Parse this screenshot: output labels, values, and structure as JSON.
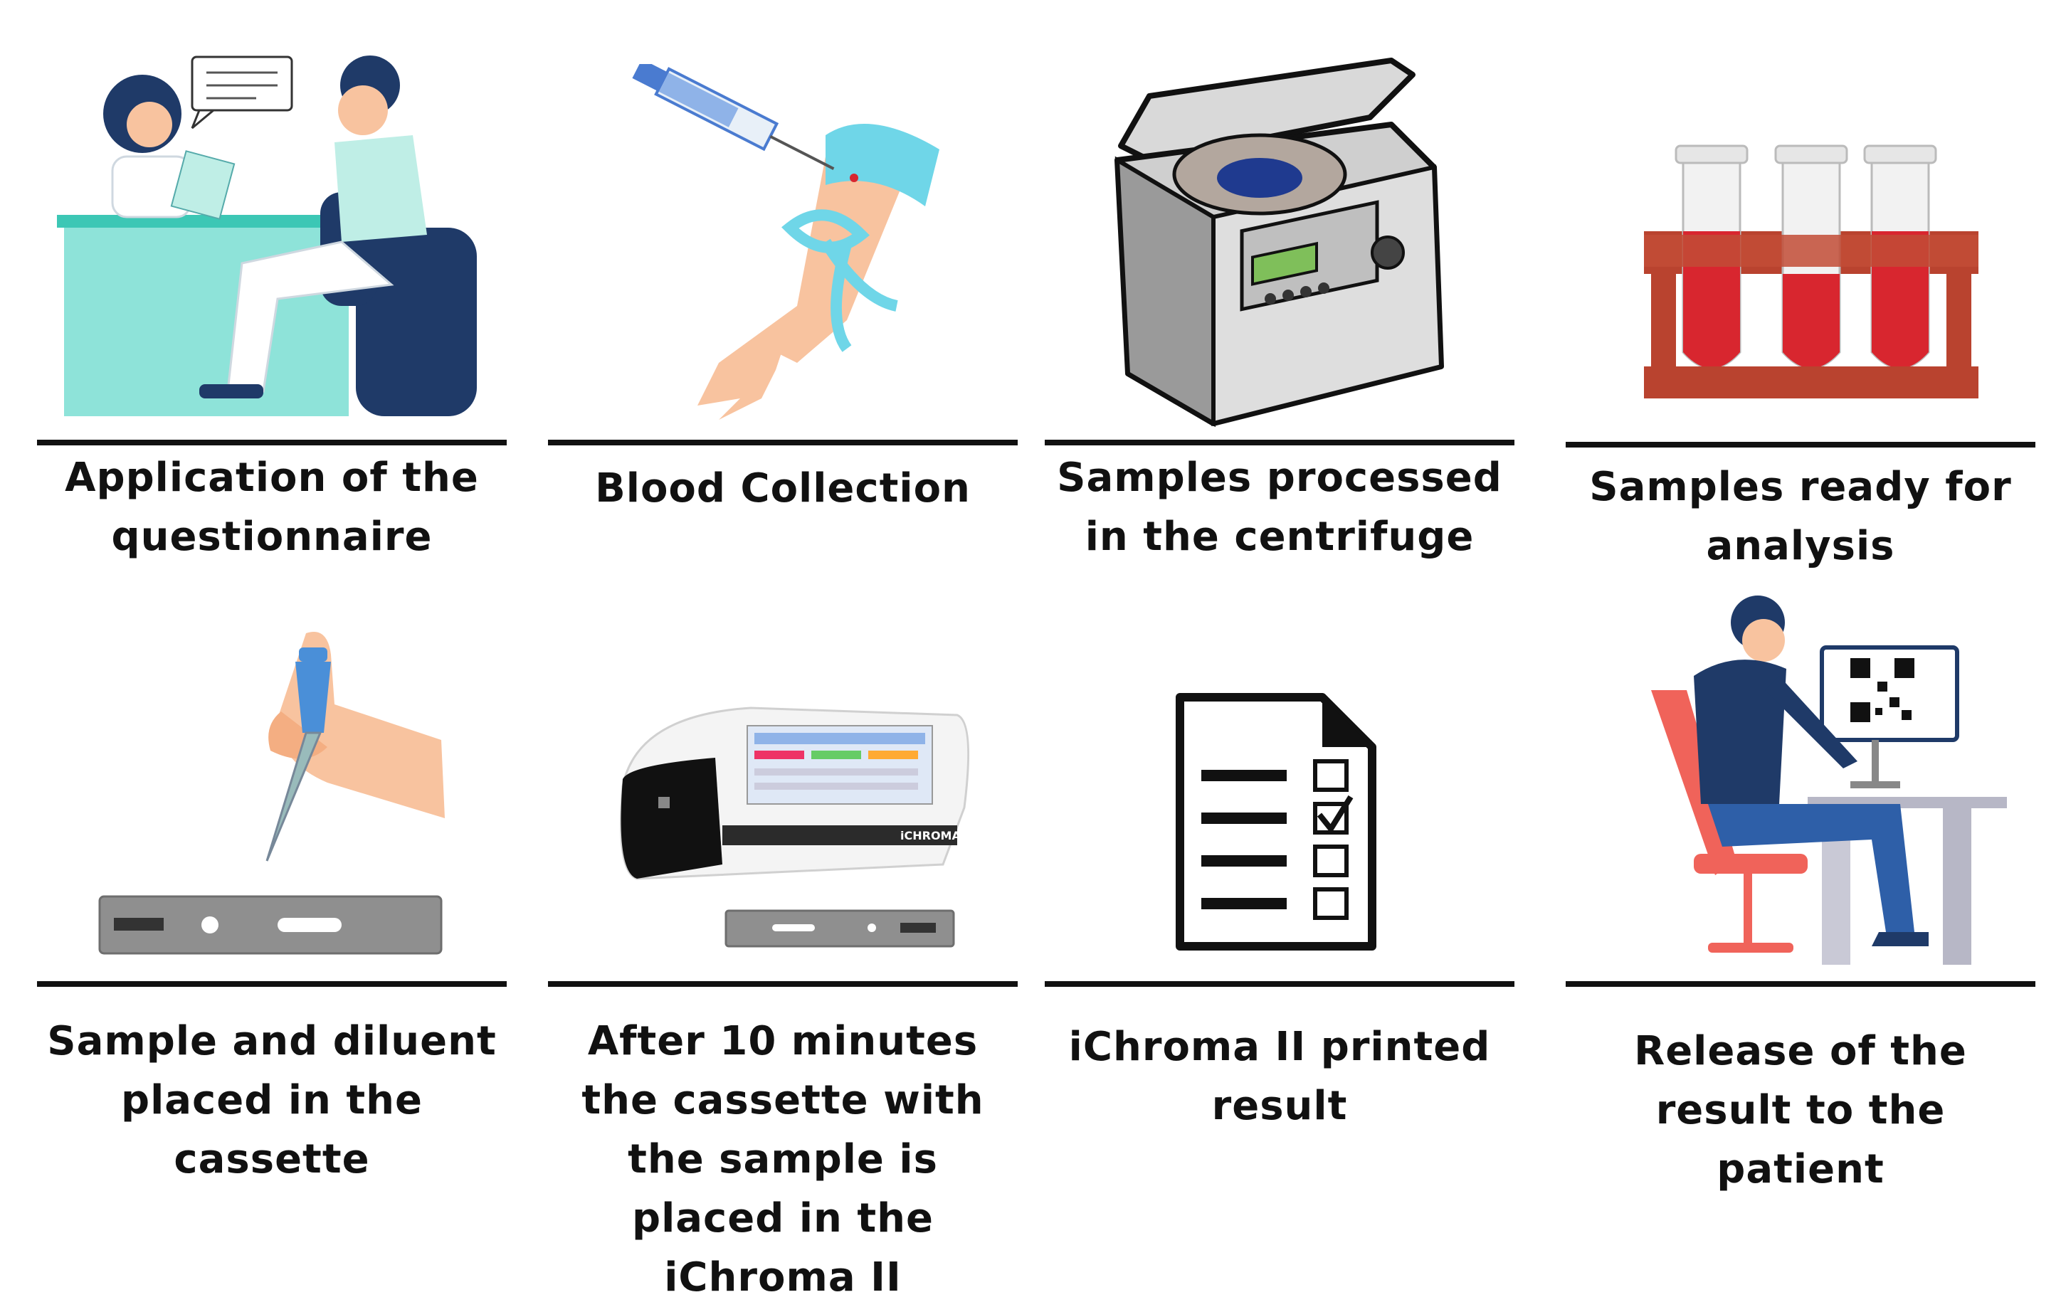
{
  "steps": [
    {
      "caption": "Application of the questionnaire",
      "icon": "doctor-patient-consultation-icon"
    },
    {
      "caption": "Blood Collection",
      "icon": "syringe-arm-tourniquet-icon"
    },
    {
      "caption": "Samples processed in the centrifuge",
      "icon": "centrifuge-icon"
    },
    {
      "caption": "Samples ready for analysis",
      "icon": "blood-tubes-rack-icon"
    },
    {
      "caption": "Sample and diluent placed in the cassette",
      "icon": "pipette-cassette-icon"
    },
    {
      "caption": "After 10 minutes the cassette with the sample is placed in the iChroma II",
      "icon": "ichroma-analyzer-icon"
    },
    {
      "caption": "iChroma II printed result",
      "icon": "checklist-document-icon"
    },
    {
      "caption": "Release of the result to the patient",
      "icon": "person-at-computer-qr-icon"
    }
  ],
  "labels": {
    "device_brand": "iCHROMA II",
    "qr_label": "QR"
  },
  "colors": {
    "rule": "#111111",
    "teal": "#8ee3d9",
    "navy": "#1f3a68",
    "blood": "#d8262f",
    "rack": "#b9432f",
    "skin": "#f8c39f"
  }
}
